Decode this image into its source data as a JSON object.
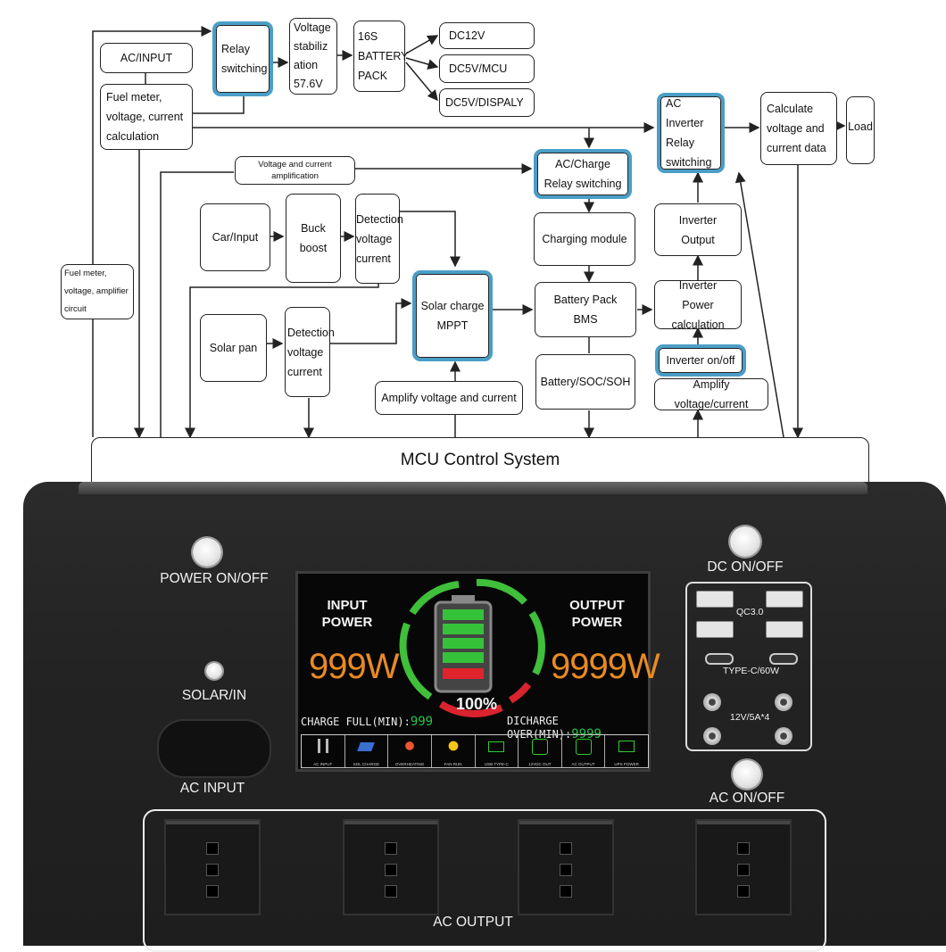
{
  "diagram": {
    "ac_input": "AC/INPUT",
    "relay_switching": "Relay\nswitching",
    "voltage_stabilization": "Voltage\nstabiliz\nation\n57.6V",
    "battery_16s": "16S\nBATTERY\nPACK",
    "dc12v": "DC12V",
    "dc5v_mcu": "DC5V/MCU",
    "dc5v_display": "DC5V/DISPALY",
    "fuel_meter_calc": "Fuel meter,\nvoltage, current\ncalculation",
    "ac_inverter_relay": "AC  Inverter\nRelay\nswitching",
    "calc_voltage": "Calculate\nvoltage and\ncurrent data",
    "load": "Load",
    "v_i_amplification": "Voltage and current amplification",
    "ac_charge_relay": "AC/Charge\nRelay switching",
    "car_input": "Car/Input",
    "buck_boost": "Buck\nboost",
    "detection_1": "Detection\nvoltage\ncurrent",
    "charging_module": "Charging module",
    "inverter_output": "Inverter\nOutput",
    "fuel_meter_amp": "Fuel meter,\nvoltage, amplifier\ncircuit",
    "solar_charge_mppt": "Solar charge\nMPPT",
    "battery_bms": "Battery Pack\nBMS",
    "inverter_power_calc": "Inverter\nPower calculation",
    "solar_pan": "Solar pan",
    "detection_2": "Detection\nvoltage\ncurrent",
    "inverter_onoff": "Inverter on/off",
    "amplify_vc": "Amplify voltage and current",
    "battery_soc": "Battery/SOC/SOH",
    "amplify_vc2": "Amplify voltage/current",
    "mcu_control": "MCU Control System"
  },
  "device": {
    "power_onoff": "POWER ON/OFF",
    "solar_in": "SOLAR/IN",
    "ac_input": "AC INPUT",
    "dc_onoff": "DC ON/OFF",
    "qc30": "QC3.0",
    "type_c": "TYPE-C/60W",
    "dc_12v": "12V/5A*4",
    "ac_onoff": "AC ON/OFF",
    "ac_output": "AC OUTPUT"
  },
  "display": {
    "input_power_label": "INPUT\nPOWER",
    "output_power_label": "OUTPUT\nPOWER",
    "input_power_value": "999W",
    "output_power_value": "9999W",
    "battery_percent": "100%",
    "charge_full_label": "CHARGE FULL(MIN):",
    "charge_full_value": "999",
    "discharge_over_label": "DICHARGE OVER(MIN):",
    "discharge_over_value": "9999",
    "icons": [
      "AC INPUT",
      "SOL CHARGE",
      "OVERHEATING",
      "FAN RUN",
      "USB TYPE-C",
      "12VDC OUT",
      "AC OUTPUT",
      "UPS POWER"
    ],
    "colors": {
      "input": "#e98a23",
      "output": "#e98a23",
      "timer": "#29c24a",
      "ring_green": "#3fbf3a",
      "ring_red": "#d9232e"
    }
  }
}
